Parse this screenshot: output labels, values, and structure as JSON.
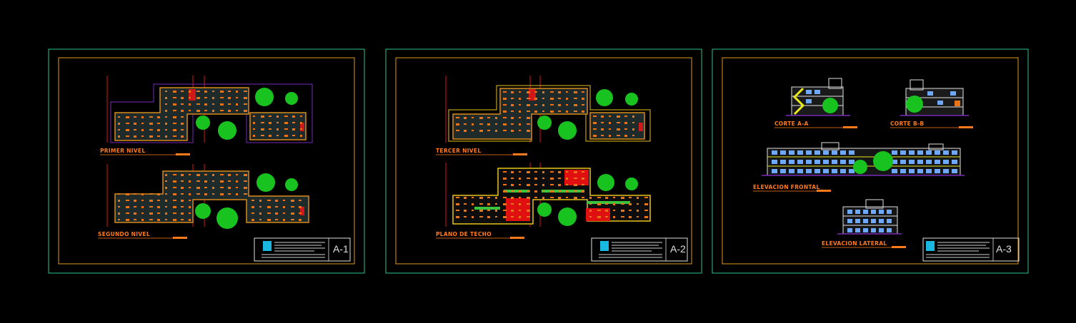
{
  "colors": {
    "background": "#000000",
    "sheet_frame": "#2ec28f",
    "inner_frame": "#e09a1a",
    "plan_wall": "#d88a1a",
    "plan_fill": "#1f2a2a",
    "room_detail": "#e8741a",
    "tree": "#19c31f",
    "lot_line": "#7a2ab8",
    "label_orange": "#ff7a1a",
    "section_yellow": "#e8e81a",
    "window_blue": "#6ea8ff",
    "roof_red": "#e01010",
    "roof_green": "#3cc43c",
    "title_block": "#e0e0e0",
    "title_logo": "#18b8e0"
  },
  "sheets": [
    {
      "code": "A-1",
      "drawings": [
        {
          "label": "PRIMER NIVEL"
        },
        {
          "label": "SEGUNDO NIVEL"
        }
      ]
    },
    {
      "code": "A-2",
      "drawings": [
        {
          "label": "TERCER NIVEL"
        },
        {
          "label": "PLANO DE TECHO"
        }
      ]
    },
    {
      "code": "A-3",
      "drawings": [
        {
          "label": "CORTE A-A"
        },
        {
          "label": "CORTE B-B"
        },
        {
          "label": "ELEVACION FRONTAL"
        },
        {
          "label": "ELEVACION LATERAL"
        }
      ]
    }
  ]
}
